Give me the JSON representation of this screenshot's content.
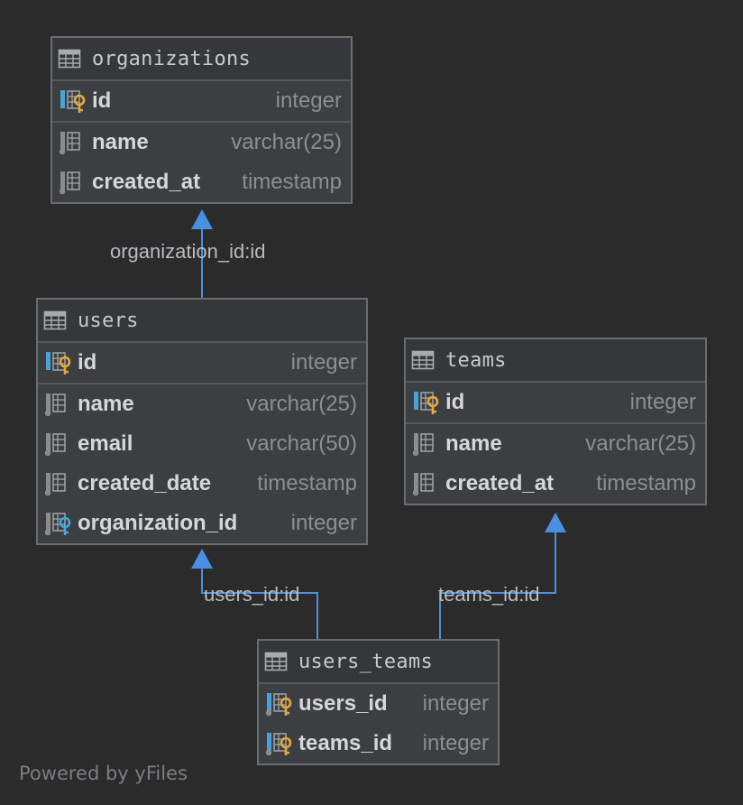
{
  "diagram": {
    "colors": {
      "background": "#2b2b2b",
      "edge": "#4a90e2",
      "primary_key": "#e8a838",
      "foreign_key": "#3da9e0"
    },
    "entities": [
      {
        "key": "organizations",
        "name": "organizations",
        "pk_rows": [
          {
            "name": "id",
            "type": "integer",
            "icon": "primary-key-icon"
          }
        ],
        "rows": [
          {
            "name": "name",
            "type": "varchar(25)",
            "icon": "column-icon"
          },
          {
            "name": "created_at",
            "type": "timestamp",
            "icon": "column-icon"
          }
        ]
      },
      {
        "key": "users",
        "name": "users",
        "pk_rows": [
          {
            "name": "id",
            "type": "integer",
            "icon": "primary-key-icon"
          }
        ],
        "rows": [
          {
            "name": "name",
            "type": "varchar(25)",
            "icon": "column-icon"
          },
          {
            "name": "email",
            "type": "varchar(50)",
            "icon": "column-icon"
          },
          {
            "name": "created_date",
            "type": "timestamp",
            "icon": "column-icon"
          },
          {
            "name": "organization_id",
            "type": "integer",
            "icon": "foreign-key-icon"
          }
        ]
      },
      {
        "key": "teams",
        "name": "teams",
        "pk_rows": [
          {
            "name": "id",
            "type": "integer",
            "icon": "primary-key-icon"
          }
        ],
        "rows": [
          {
            "name": "name",
            "type": "varchar(25)",
            "icon": "column-icon"
          },
          {
            "name": "created_at",
            "type": "timestamp",
            "icon": "column-icon"
          }
        ]
      },
      {
        "key": "users_teams",
        "name": "users_teams",
        "pk_rows": [
          {
            "name": "users_id",
            "type": "integer",
            "icon": "primary-foreign-key-icon"
          },
          {
            "name": "teams_id",
            "type": "integer",
            "icon": "primary-foreign-key-icon"
          }
        ],
        "rows": []
      }
    ],
    "relations": [
      {
        "from": "users",
        "to": "organizations",
        "label": "organization_id:id"
      },
      {
        "from": "users_teams",
        "to": "users",
        "label": "users_id:id"
      },
      {
        "from": "users_teams",
        "to": "teams",
        "label": "teams_id:id"
      }
    ]
  },
  "footer": {
    "powered_by": "Powered by yFiles"
  }
}
